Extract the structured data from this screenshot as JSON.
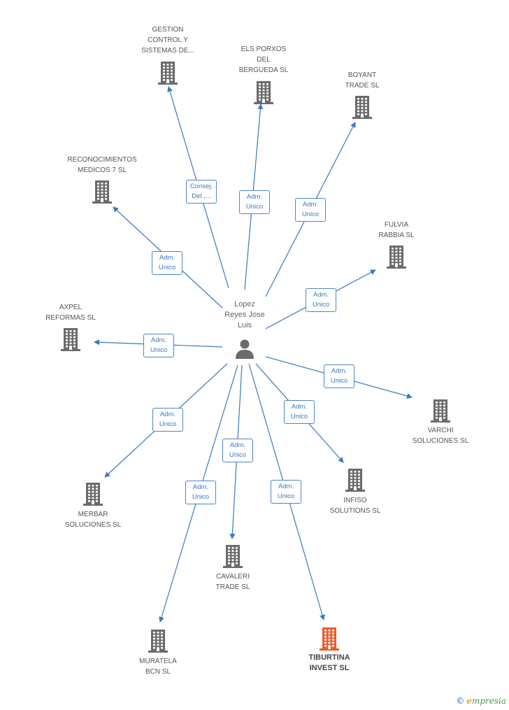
{
  "center": {
    "name_lines": [
      "Lopez",
      "Reyes Jose",
      "Luis"
    ]
  },
  "companies": [
    {
      "id": "gestion",
      "lines": [
        "GESTION",
        "CONTROL Y",
        "SISTEMAS DE..."
      ],
      "role": [
        "Consej.",
        "Del.,..."
      ]
    },
    {
      "id": "porxos",
      "lines": [
        "ELS PORXOS",
        "DEL",
        "BERGUEDA SL"
      ],
      "role": [
        "Adm.",
        "Unico"
      ]
    },
    {
      "id": "boyant",
      "lines": [
        "BOYANT",
        "TRADE SL"
      ],
      "role": [
        "Adm.",
        "Unico"
      ]
    },
    {
      "id": "reconocimientos",
      "lines": [
        "RECONOCIMIENTOS",
        "MEDICOS 7 SL"
      ],
      "role": [
        "Adm.",
        "Unico"
      ]
    },
    {
      "id": "fulvia",
      "lines": [
        "FULVIA",
        "RABBIA  SL"
      ],
      "role": [
        "Adm.",
        "Unico"
      ]
    },
    {
      "id": "axpel",
      "lines": [
        "AXPEL",
        "REFORMAS SL"
      ],
      "role": [
        "Adm.",
        "Unico"
      ]
    },
    {
      "id": "varchi",
      "lines": [
        "VARCHI",
        "SOLUCIONES SL"
      ],
      "role": [
        "Adm.",
        "Unico"
      ]
    },
    {
      "id": "infiso",
      "lines": [
        "INFISO",
        "SOLUTIONS SL"
      ],
      "role": [
        "Adm.",
        "Unico"
      ]
    },
    {
      "id": "merbar",
      "lines": [
        "MERBAR",
        "SOLUCIONES SL"
      ],
      "role": [
        "Adm.",
        "Unico"
      ]
    },
    {
      "id": "cavaleri",
      "lines": [
        "CAVALERI",
        "TRADE SL"
      ],
      "role": [
        "Adm.",
        "Unico"
      ]
    },
    {
      "id": "muratela",
      "lines": [
        "MURATELA",
        "BCN SL"
      ],
      "role": [
        "Adm.",
        "Unico"
      ]
    },
    {
      "id": "tiburtina",
      "lines": [
        "TIBURTINA",
        "INVEST SL"
      ],
      "role": [
        "Adm.",
        "Unico"
      ],
      "highlight": true
    }
  ],
  "colors": {
    "edge": "#3b78c0",
    "building": "#6b6b6b",
    "highlight": "#f05a28",
    "person": "#6b6b6b"
  },
  "footer": {
    "copyright": "©",
    "brand_initial": "e",
    "brand_rest": "mpresia"
  }
}
